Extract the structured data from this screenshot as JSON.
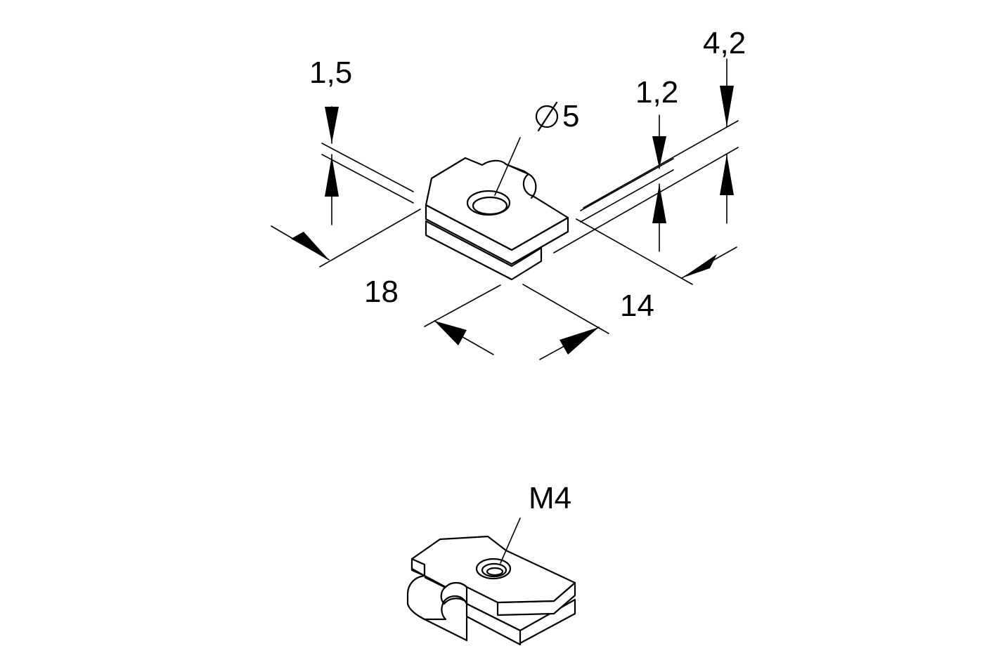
{
  "dimensions": {
    "thickness_left": "1,5",
    "hole_diameter": "5",
    "thickness_right": "1,2",
    "height_right": "4,2",
    "length": "18",
    "width": "14",
    "thread": "M4"
  },
  "colors": {
    "line": "#000000",
    "background": "#ffffff"
  },
  "icons": {
    "diameter_symbol": "diameter-icon"
  }
}
